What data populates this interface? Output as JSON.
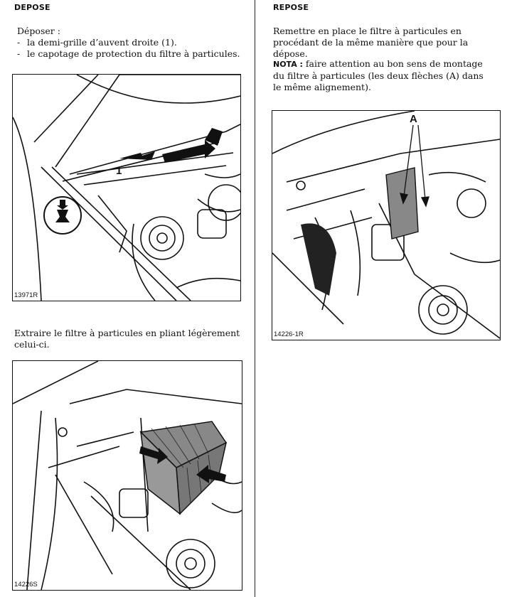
{
  "left": {
    "heading": "DEPOSE",
    "intro": "Déposer :",
    "items": [
      "la demi-grille d’auvent droite (1).",
      "le capotage de protection du filtre à particules."
    ],
    "figure1_code": "13971R",
    "figure1_callout": "1",
    "extract_text": "Extraire le filtre à particules en pliant légèrement celui-ci.",
    "figure2_code": "14226S"
  },
  "right": {
    "heading": "REPOSE",
    "text": "Remettre en place le filtre à particules en procédant de la même manière que pour la dépose.",
    "nota_label": "NOTA :",
    "nota_text": " faire attention au bon sens de montage du filtre à particules (les deux flèches (A) dans le même alignement).",
    "figure3_code": "14226-1R",
    "figure3_callout": "A"
  }
}
